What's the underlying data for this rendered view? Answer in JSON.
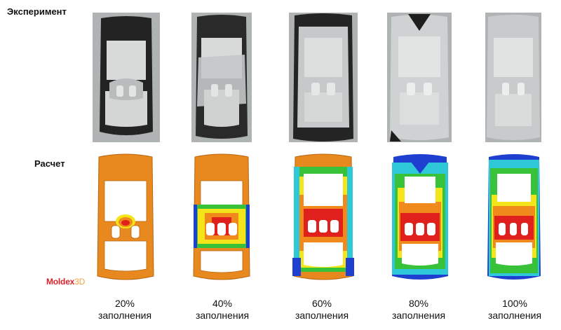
{
  "rows": {
    "experiment_label": "Эксперимент",
    "simulation_label": "Расчет"
  },
  "logo": {
    "part1": "Moldex",
    "part2": "3D"
  },
  "captions": [
    {
      "percent": "20%",
      "text": "заполнения"
    },
    {
      "percent": "40%",
      "text": "заполнения"
    },
    {
      "percent": "60%",
      "text": "заполнения"
    },
    {
      "percent": "80%",
      "text": "заполнения"
    },
    {
      "percent": "100%",
      "text": "заполнения"
    }
  ],
  "colors": {
    "orange": "#e8891f",
    "red": "#e0201c",
    "yellow": "#f4e51a",
    "green": "#38c23a",
    "cyan": "#2fc8d8",
    "blue": "#1e3fd0",
    "black_plastic": "#2a2a2a",
    "silver_plastic": "#c9cccd"
  }
}
